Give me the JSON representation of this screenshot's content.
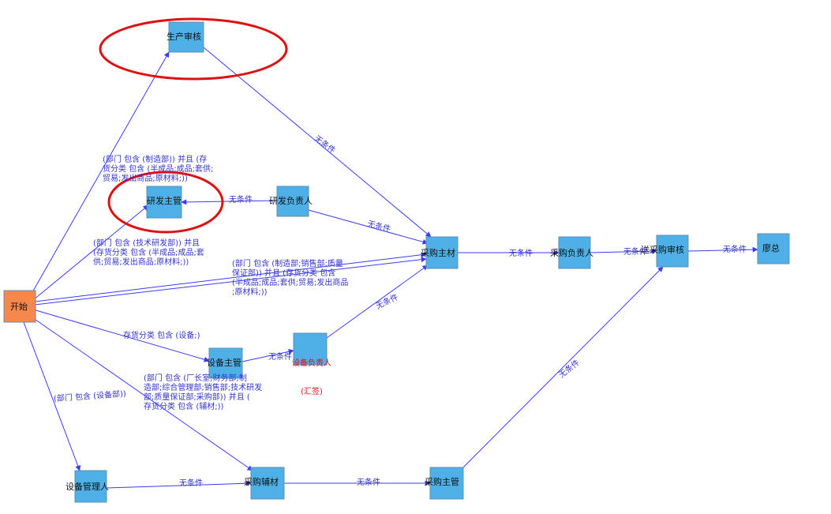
{
  "colors": {
    "node_fill": "#4fb0e8",
    "start_fill": "#f7874a",
    "edge": "#3b3bff",
    "highlight": "#e01010"
  },
  "nodes": {
    "start": "开始",
    "production_review": "生产审核",
    "rd_supervisor": "研发主管",
    "rd_head": "研发负责人",
    "purchase_main": "采购主材",
    "purchase_head": "采购负责人",
    "send_review": "送采购审核",
    "ledger": "廖总",
    "equipment_supervisor": "设备主管",
    "equipment_head_line1": "设备负责人",
    "equipment_head_line2": "(汇签)",
    "equipment_manager": "设备管理人",
    "purchase_aux": "采购辅材",
    "purchase_supervisor": "采购主管"
  },
  "edge_labels": {
    "no_condition": "无条件"
  },
  "conditions": {
    "cond1": "(部门 包含 (制造部)) 并且 (存\n货分类 包含 (半成品;成品;套供;\n贸易;发出商品;原材料;))",
    "cond2": "(部门 包含 (技术研发部)) 并且\n(存货分类 包含 (半成品;成品;套\n供;贸易;发出商品;原材料;))",
    "cond3": "(部门 包含 (制造部;销售部;质量\n保证部)) 并且 (存货分类 包含\n(半成品;成品;套供;贸易;发出商品\n;原材料;))",
    "cond4": "存货分类 包含 (设备;)",
    "cond5": "(部门 包含 (厂长室;财务部;制\n造部;综合管理部;销售部;技术研发\n部;质量保证部;采购部)) 并且 (\n存货分类 包含 (辅材;))",
    "cond6": "(部门 包含 (设备部))"
  }
}
